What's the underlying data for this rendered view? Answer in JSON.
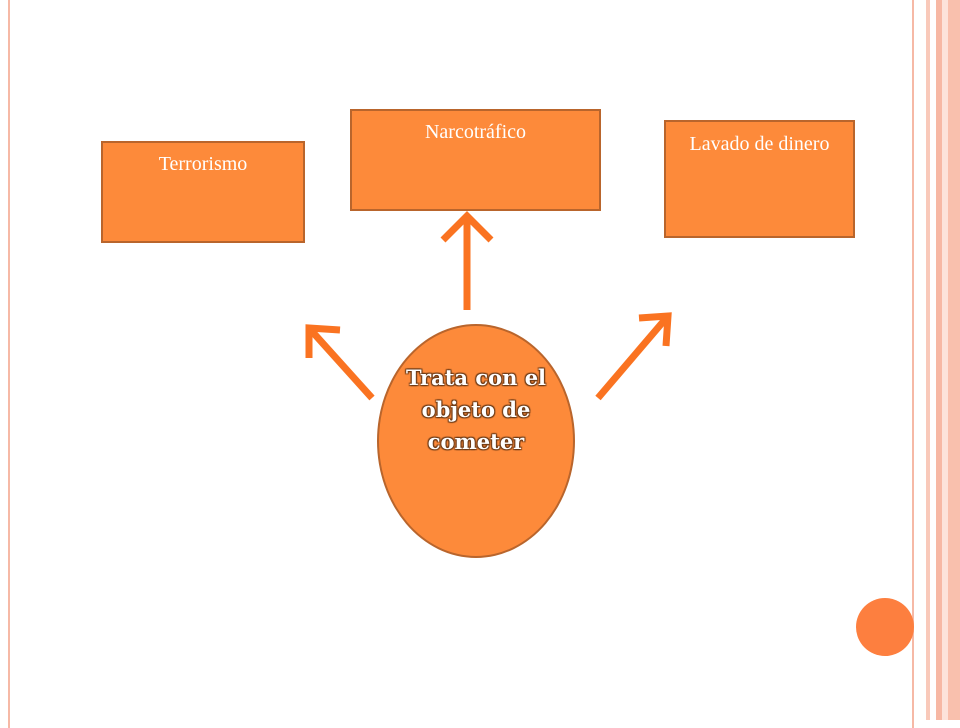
{
  "diagram": {
    "center": {
      "lines": [
        "Trata con el",
        "objeto de",
        "cometer"
      ]
    },
    "nodes": [
      {
        "id": "terrorismo",
        "label": "Terrorismo"
      },
      {
        "id": "narcotrafico",
        "label": "Narcotráfico"
      },
      {
        "id": "lavado",
        "label": "Lavado de dinero"
      }
    ],
    "colors": {
      "node_fill": "#fd8a3a",
      "node_border": "#b9652c",
      "arrow": "#fa7321",
      "text": "#ffffff",
      "frame_accent": "#f6b9a6"
    }
  }
}
